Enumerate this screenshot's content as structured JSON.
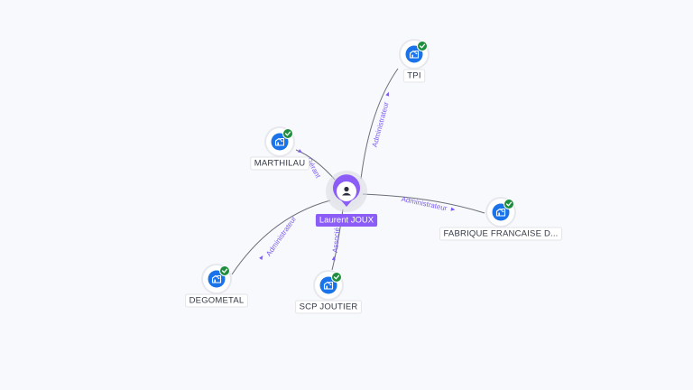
{
  "center": {
    "label": "Laurent JOUX",
    "icon": "person-icon"
  },
  "companies": [
    {
      "key": "tpi",
      "label": "TPI",
      "icon": "building-icon",
      "verified": true
    },
    {
      "key": "marthilau",
      "label": "MARTHILAU",
      "icon": "building-icon",
      "verified": true
    },
    {
      "key": "fabrique",
      "label": "FABRIQUE FRANCAISE D...",
      "icon": "building-icon",
      "verified": true
    },
    {
      "key": "degometal",
      "label": "DEGOMETAL",
      "icon": "building-icon",
      "verified": true
    },
    {
      "key": "scp-joutier",
      "label": "SCP JOUTIER",
      "icon": "building-icon",
      "verified": true
    }
  ],
  "relations": [
    {
      "to": "tpi",
      "label": "Administrateur"
    },
    {
      "to": "marthilau",
      "label": "Gérant"
    },
    {
      "to": "fabrique",
      "label": "Administrateur"
    },
    {
      "to": "degometal",
      "label": "Administrateur"
    },
    {
      "to": "scp-joutier",
      "label": "Associé"
    }
  ],
  "colors": {
    "accent": "#8b5cf6",
    "company_icon": "#1a73e8",
    "verified": "#1e8e3e",
    "edge": "#6b6f7a",
    "edge_label": "#7c5cf0"
  }
}
